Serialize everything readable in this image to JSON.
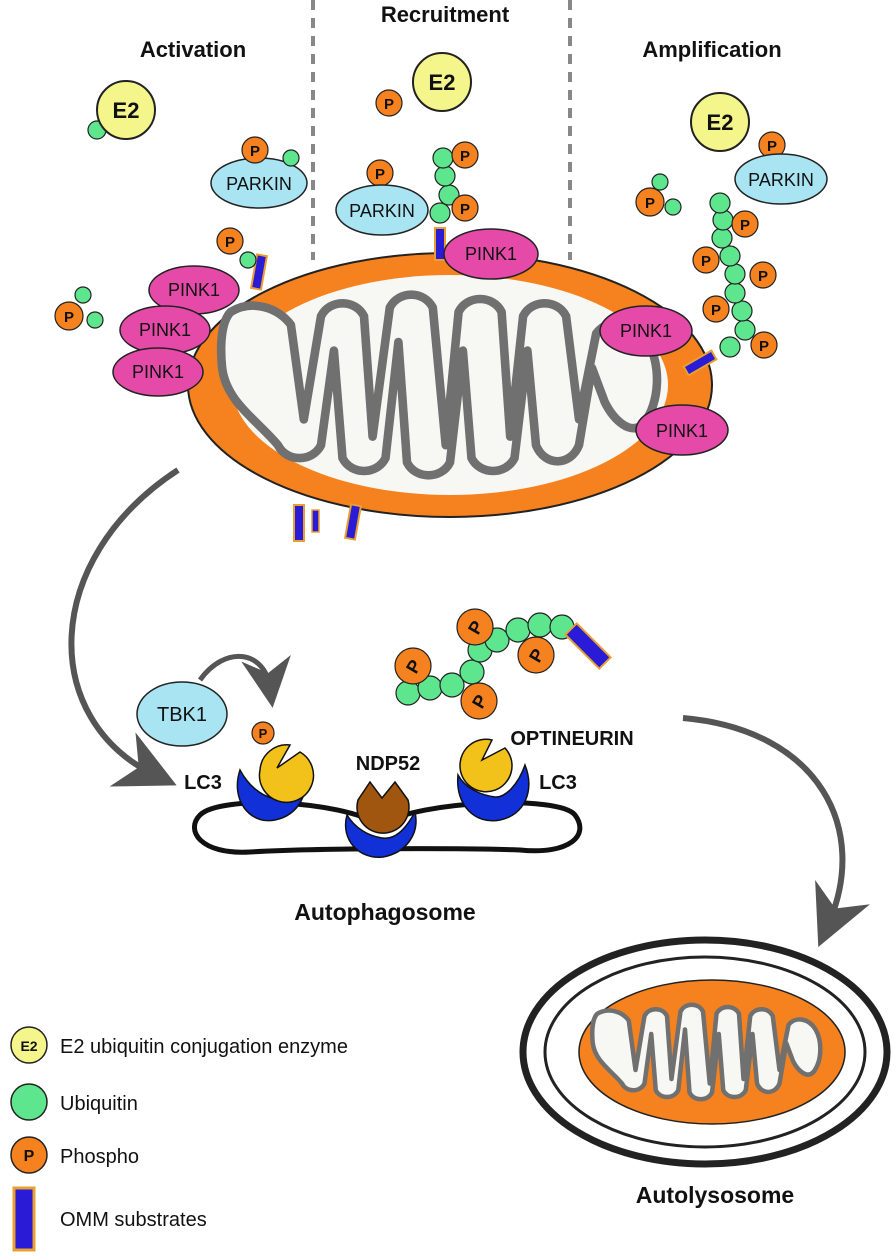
{
  "stages": {
    "activation": "Activation",
    "recruitment": "Recruitment",
    "amplification": "Amplification"
  },
  "proteins": {
    "e2": "E2",
    "parkin": "PARKIN",
    "pink1": "PINK1",
    "phospho": "P",
    "tbk1": "TBK1",
    "ndp52": "NDP52",
    "optineurin": "OPTINEURIN",
    "lc3": "LC3"
  },
  "structures": {
    "autophagosome": "Autophagosome",
    "autolysosome": "Autolysosome"
  },
  "legend": {
    "items": [
      {
        "symbol": "E2",
        "label": "E2 ubiquitin conjugation enzyme"
      },
      {
        "symbol": "",
        "label": "Ubiquitin"
      },
      {
        "symbol": "P",
        "label": "Phospho"
      },
      {
        "symbol": "",
        "label": "OMM substrates"
      }
    ]
  },
  "colors": {
    "mito_outer": "#f5821f",
    "mito_inner": "#f7f7f3",
    "cristae": "#707070",
    "pink1": "#e64aa8",
    "parkin": "#a9e4f3",
    "ubiquitin": "#5ee68e",
    "phospho": "#f5821f",
    "e2": "#f4f58a",
    "omm": "#2a1bd6",
    "omm_border": "#e8a030",
    "lc3": "#1230d8",
    "receptor_yellow": "#f2c21a",
    "ndp52": "#a0560f",
    "arrow": "#555555"
  }
}
